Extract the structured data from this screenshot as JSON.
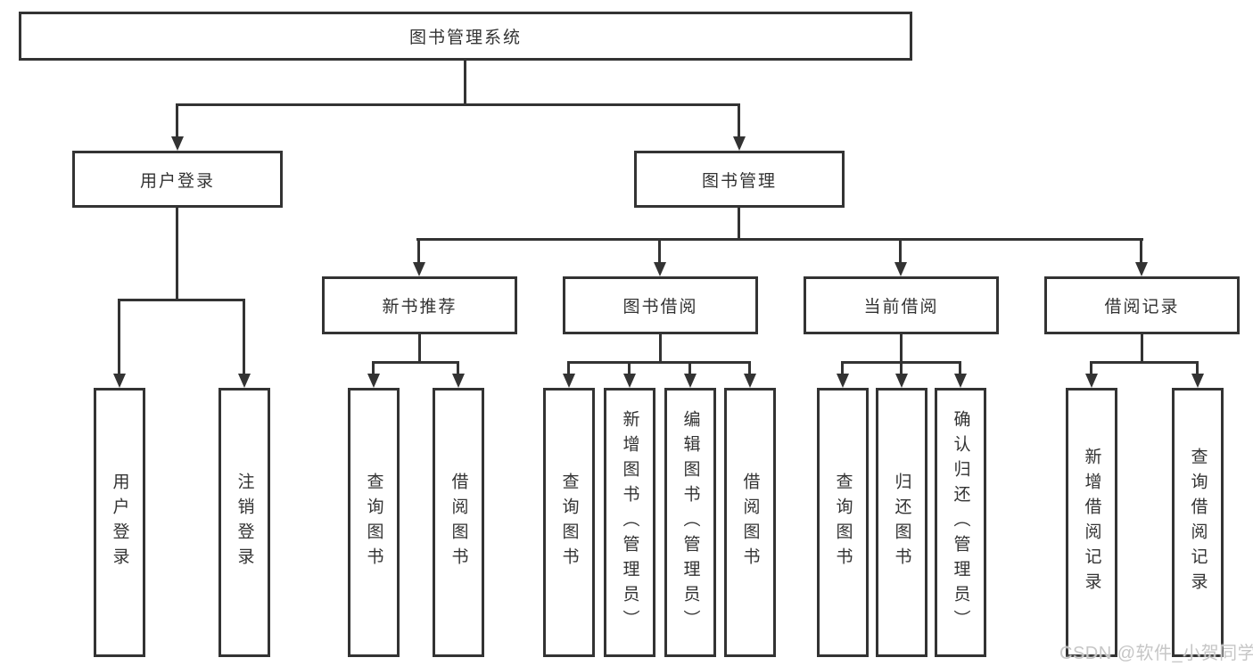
{
  "diagram": {
    "title_node": {
      "label": "图书管理系统"
    },
    "branches": [
      {
        "label": "用户登录"
      },
      {
        "label": "图书管理"
      }
    ],
    "sections": [
      {
        "label": "新书推荐"
      },
      {
        "label": "图书借阅"
      },
      {
        "label": "当前借阅"
      },
      {
        "label": "借阅记录"
      }
    ],
    "leaves": [
      {
        "label": "用户登录",
        "parent": "用户登录"
      },
      {
        "label": "注销登录",
        "parent": "用户登录"
      },
      {
        "label": "查询图书",
        "parent": "新书推荐"
      },
      {
        "label": "借阅图书",
        "parent": "新书推荐"
      },
      {
        "label": "查询图书",
        "parent": "图书借阅"
      },
      {
        "label": "新增图书（管理员）",
        "parent": "图书借阅"
      },
      {
        "label": "编辑图书（管理员）",
        "parent": "图书借阅"
      },
      {
        "label": "借阅图书",
        "parent": "图书借阅"
      },
      {
        "label": "查询图书",
        "parent": "当前借阅"
      },
      {
        "label": "归还图书",
        "parent": "当前借阅"
      },
      {
        "label": "确认归还（管理员）",
        "parent": "当前借阅"
      },
      {
        "label": "新增借阅记录",
        "parent": "借阅记录"
      },
      {
        "label": "查询借阅记录",
        "parent": "借阅记录"
      }
    ]
  },
  "watermark": {
    "text": "CSDN @软件_小贺同学"
  },
  "colors": {
    "line": "#333333",
    "text": "#333333",
    "background": "#ffffff",
    "watermark": "#c6c6c6"
  }
}
